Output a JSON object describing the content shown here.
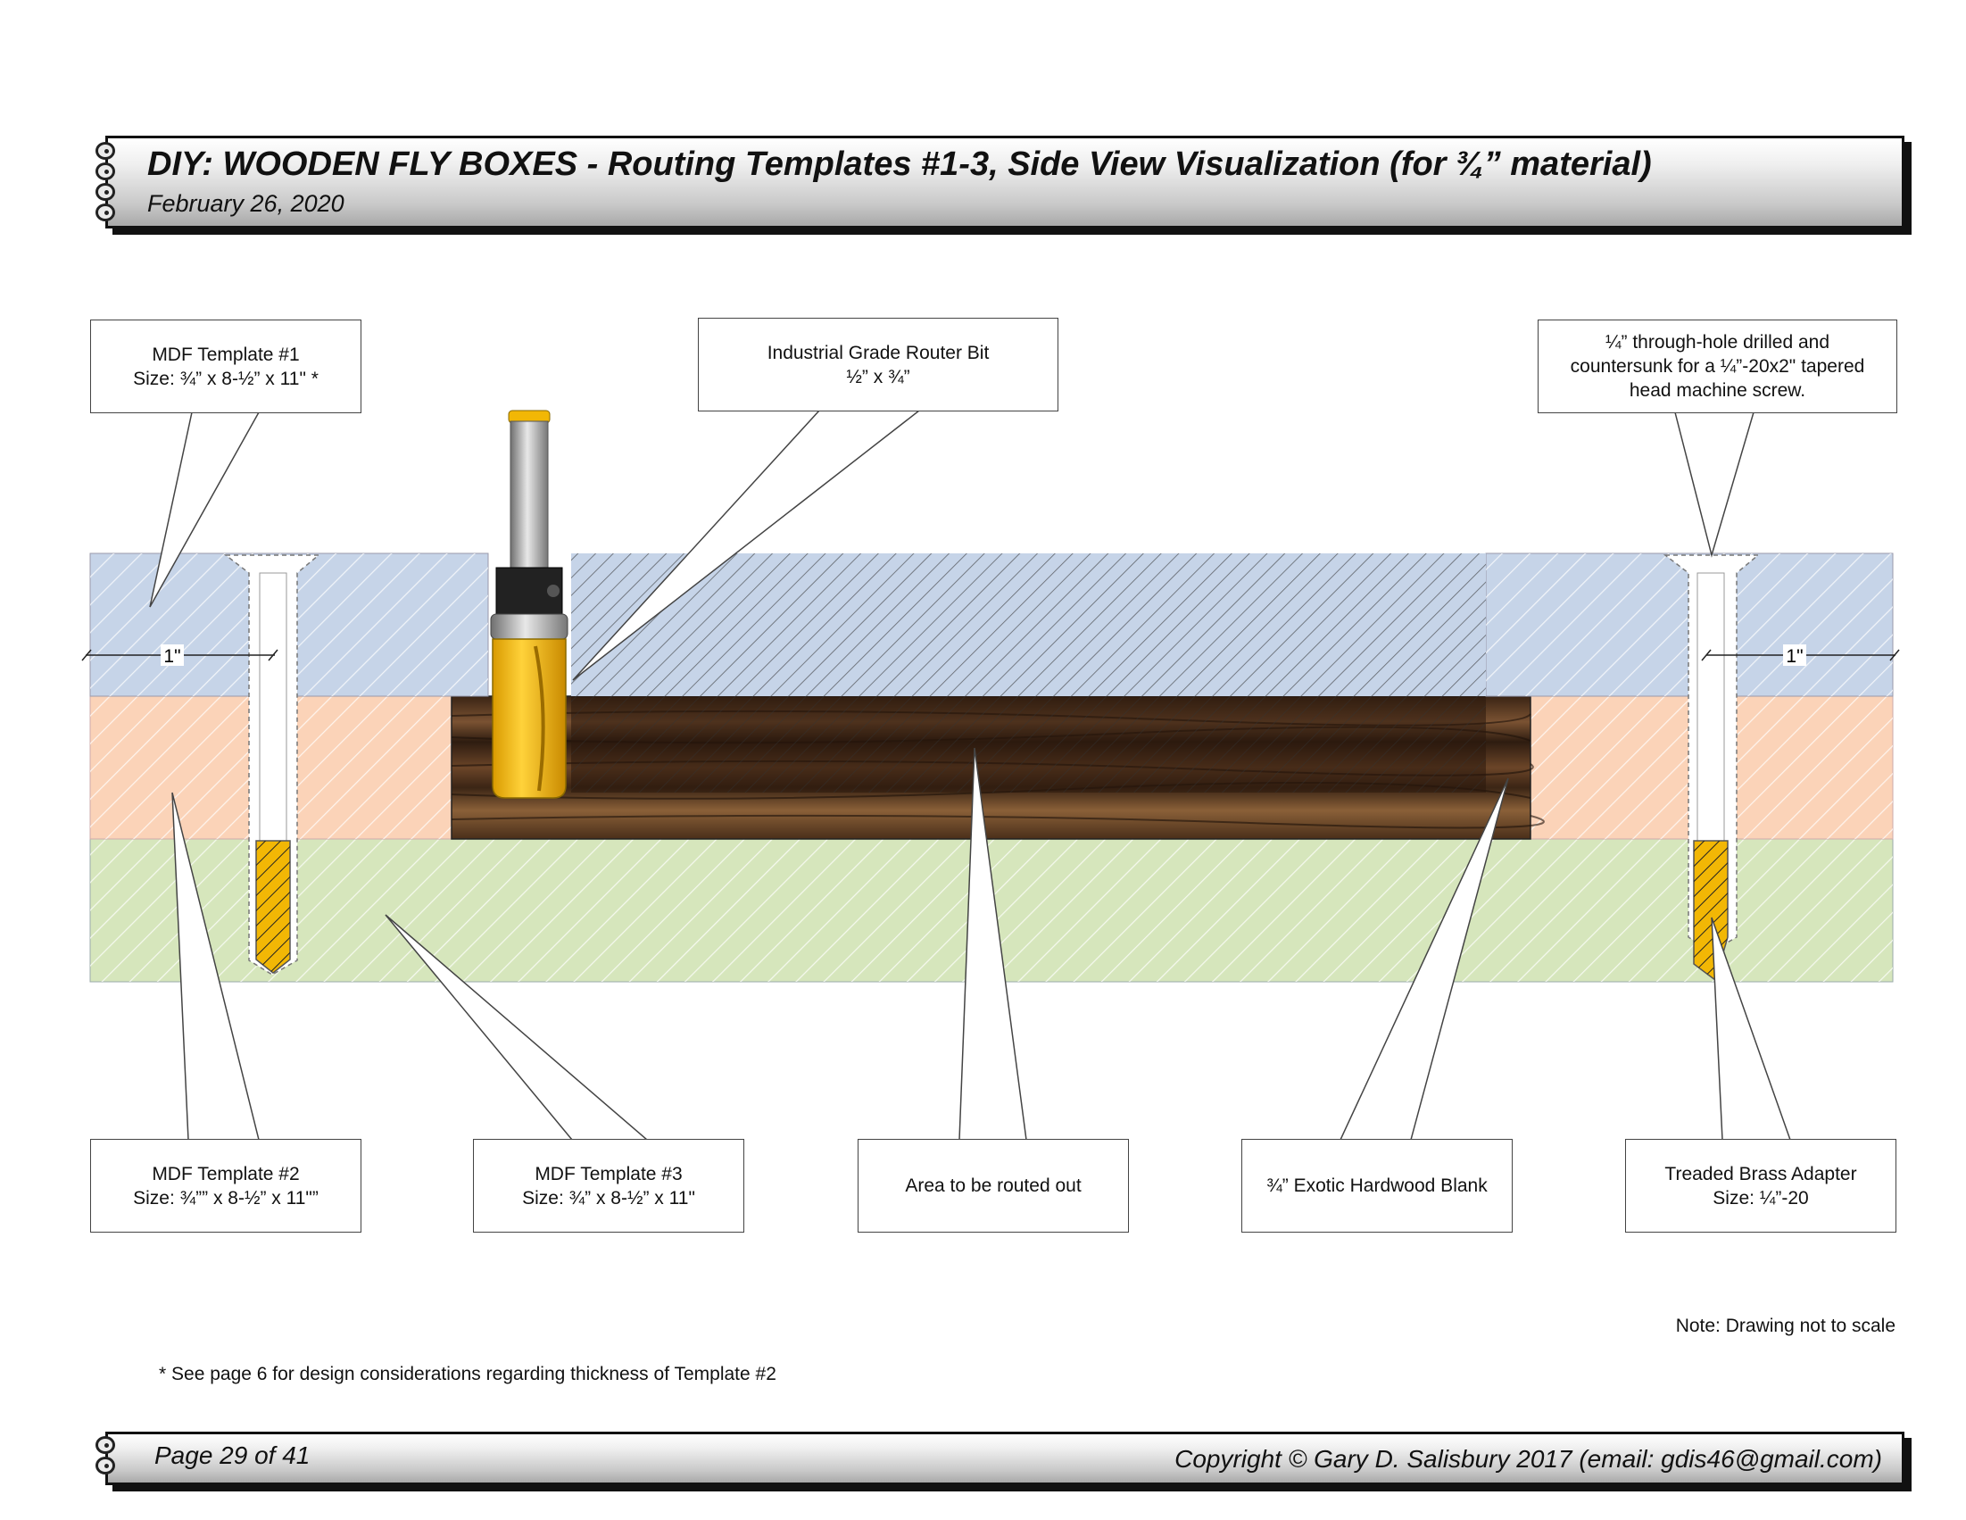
{
  "header": {
    "title": "DIY: WOODEN FLY BOXES -  Routing Templates #1-3, Side View Visualization (for ¾” material)",
    "date": "February 26, 2020"
  },
  "callouts": {
    "template1": "MDF Template #1\nSize: ¾” x 8-½” x 11\" *",
    "router_bit": "Industrial Grade Router Bit\n½” x ¾”",
    "through_hole": "¼” through-hole drilled and\ncountersunk for a ¼”-20x2\" tapered\nhead machine screw.",
    "template2": "MDF Template #2\nSize: ¾”” x 8-½” x 11\"”",
    "template3": "MDF Template #3\nSize: ¾” x 8-½” x 11\"",
    "routed_area": "Area to be routed out",
    "hardwood": "¾” Exotic Hardwood Blank",
    "brass_adapter": "Treaded Brass Adapter\nSize: ¼”-20"
  },
  "dimensions": {
    "left": "1\"",
    "right": "1\""
  },
  "notes": {
    "scale": "Note: Drawing not to scale",
    "footnote": "*  See page 6 for design considerations regarding thickness of Template #2"
  },
  "footer": {
    "page": "Page 29 of 41",
    "copyright": "Copyright © Gary D. Salisbury 2017 (email: gdis46@gmail.com)"
  },
  "colors": {
    "template1": "#c6d4e8",
    "template2": "#fbd3b8",
    "template3": "#d6e6bc",
    "wood": "#5a3a22",
    "router_bit": "#f2b705",
    "brass": "#f2b705"
  },
  "icons": [
    "spiral-binding-icon",
    "router-bit-icon",
    "machine-screw-icon",
    "brass-adapter-icon"
  ]
}
